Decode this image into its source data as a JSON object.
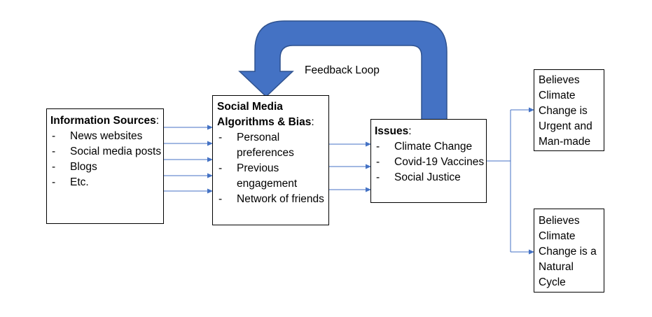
{
  "feedback_loop": {
    "label": "Feedback Loop"
  },
  "sources": {
    "title": "Information Sources",
    "title_suffix": ":",
    "items": [
      "News websites",
      "Social media posts",
      "Blogs",
      "Etc."
    ]
  },
  "algorithms": {
    "title": "Social Media Algorithms & Bias",
    "title_suffix": ":",
    "items": [
      "Personal preferences",
      "Previous engagement",
      "Network of friends"
    ]
  },
  "issues": {
    "title": "Issues",
    "title_suffix": ":",
    "items": [
      "Climate Change",
      "Covid-19 Vaccines",
      "Social Justice"
    ]
  },
  "belief_urgent": {
    "text": "Believes Climate Change is Urgent and Man-made"
  },
  "belief_natural": {
    "text": "Believes Climate Change is a Natural Cycle"
  },
  "colors": {
    "arrow": "#4472C4",
    "loop_fill": "#4472C4",
    "loop_stroke": "#2F528F",
    "box_border": "#000000"
  }
}
